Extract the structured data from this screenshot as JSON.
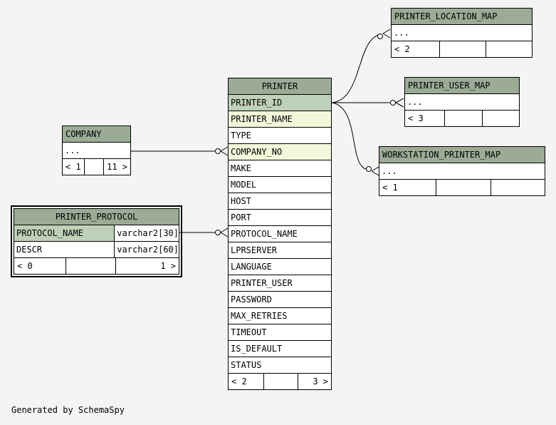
{
  "tables": {
    "printer": {
      "name": "PRINTER",
      "columns": [
        "PRINTER_ID",
        "PRINTER_NAME",
        "TYPE",
        "COMPANY_NO",
        "MAKE",
        "MODEL",
        "HOST",
        "PORT",
        "PROTOCOL_NAME",
        "LPRSERVER",
        "LANGUAGE",
        "PRINTER_USER",
        "PASSWORD",
        "MAX_RETRIES",
        "TIMEOUT",
        "IS_DEFAULT",
        "STATUS"
      ],
      "footer": {
        "left": "< 2",
        "right": "3 >"
      }
    },
    "company": {
      "name": "COMPANY",
      "columns": [
        "..."
      ],
      "footer": {
        "left": "< 1",
        "right": "11 >"
      }
    },
    "printer_protocol": {
      "name": "PRINTER_PROTOCOL",
      "columns": [
        {
          "name": "PROTOCOL_NAME",
          "type": "varchar2[30]"
        },
        {
          "name": "DESCR",
          "type": "varchar2[60]"
        }
      ],
      "footer": {
        "left": "< 0",
        "right": "1 >"
      }
    },
    "printer_location_map": {
      "name": "PRINTER_LOCATION_MAP",
      "columns": [
        "..."
      ],
      "footer": {
        "left": "< 2"
      }
    },
    "printer_user_map": {
      "name": "PRINTER_USER_MAP",
      "columns": [
        "..."
      ],
      "footer": {
        "left": "< 3"
      }
    },
    "workstation_printer_map": {
      "name": "WORKSTATION_PRINTER_MAP",
      "columns": [
        "..."
      ],
      "footer": {
        "left": "< 1"
      }
    }
  },
  "footer_text": "Generated by SchemaSpy",
  "colors": {
    "header": "#9bab96",
    "primary_key": "#bed1b8",
    "foreign_key": "#f4f7da",
    "background": "#f4f4f4"
  }
}
